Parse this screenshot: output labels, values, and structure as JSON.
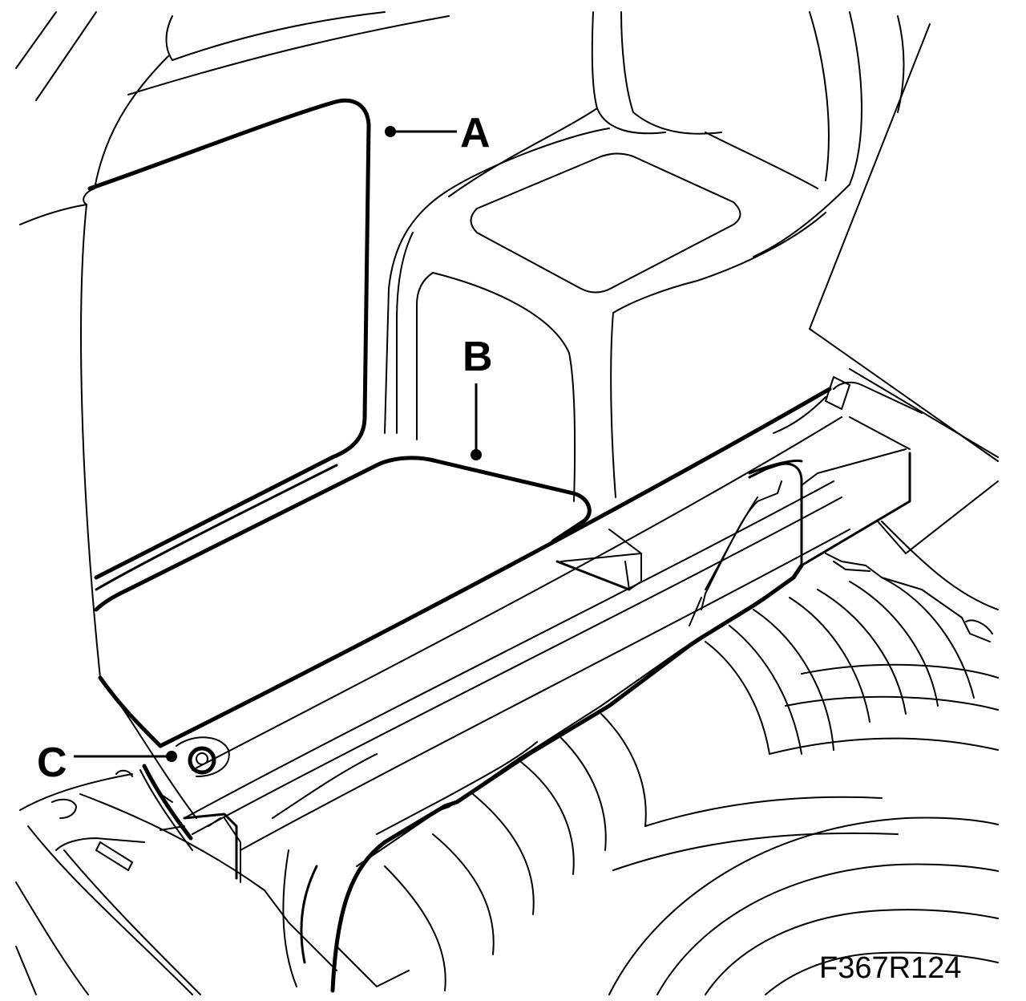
{
  "figure_id": "F367R124",
  "callouts": {
    "a": "A",
    "b": "B",
    "c": "C"
  }
}
